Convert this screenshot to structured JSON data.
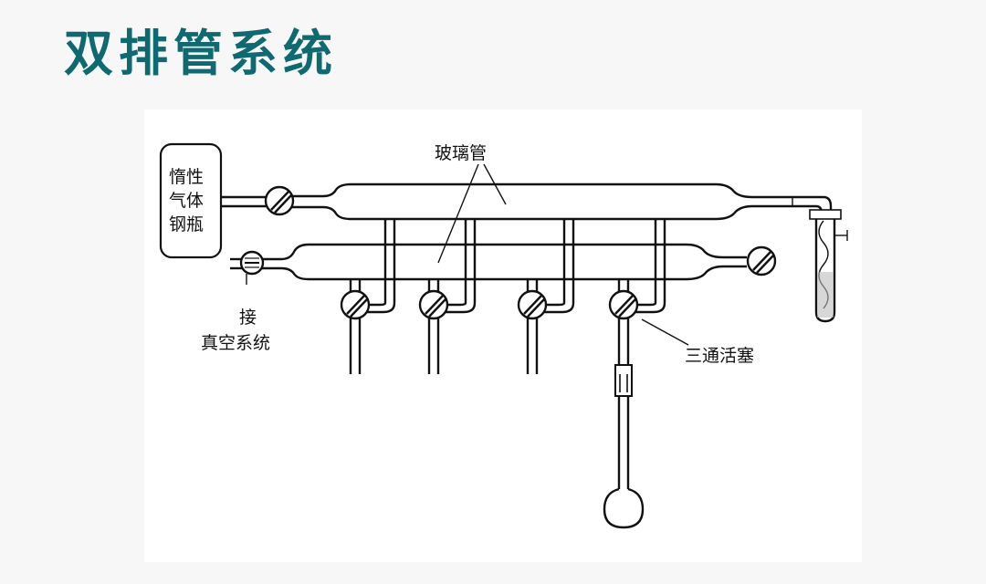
{
  "slide": {
    "title": "双排管系统",
    "title_color": "#0e6a70",
    "background": "#f7f7f7"
  },
  "diagram": {
    "labels": {
      "glass_tube": "玻璃管",
      "inert_gas_cylinder": [
        "惰性",
        "气体",
        "钢瓶"
      ],
      "vacuum": [
        "接",
        "真空系统"
      ],
      "three_way_stopcock": "三通活塞"
    },
    "counts": {
      "branch_stopcocks": 4
    }
  }
}
